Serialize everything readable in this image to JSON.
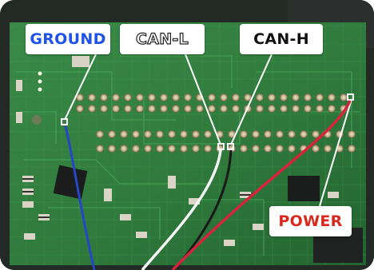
{
  "labels": {
    "ground": "GROUND",
    "can_l": "CAN-L",
    "can_h": "CAN-H",
    "power": "POWER"
  },
  "colors": {
    "board_green": "#2f7a3c",
    "board_dark": "#1d4f28",
    "ground_text": "#1f52ea",
    "power_text": "#d8291f",
    "wire_blue": "#2646c8",
    "wire_red": "#d8243a",
    "wire_white": "#f4f4f4",
    "wire_black": "#1a1a1a"
  }
}
